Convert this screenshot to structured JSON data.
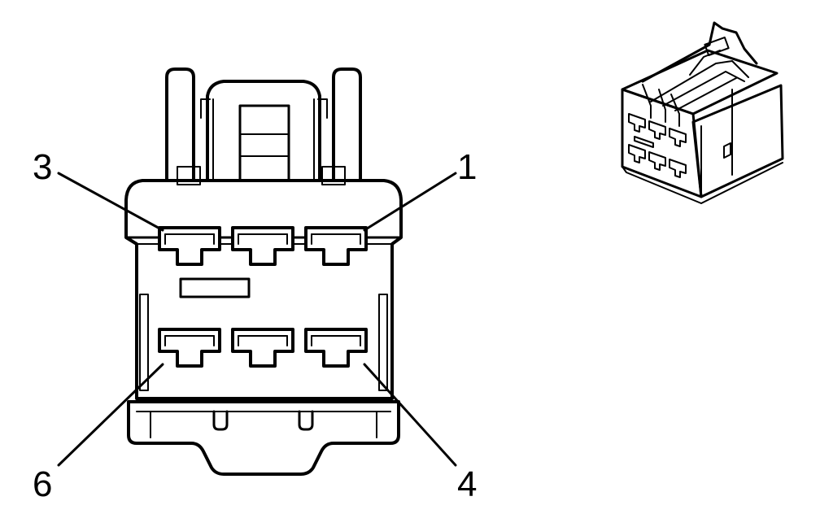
{
  "callouts": {
    "pin_3": "3",
    "pin_1": "1",
    "pin_6": "6",
    "pin_4": "4"
  }
}
